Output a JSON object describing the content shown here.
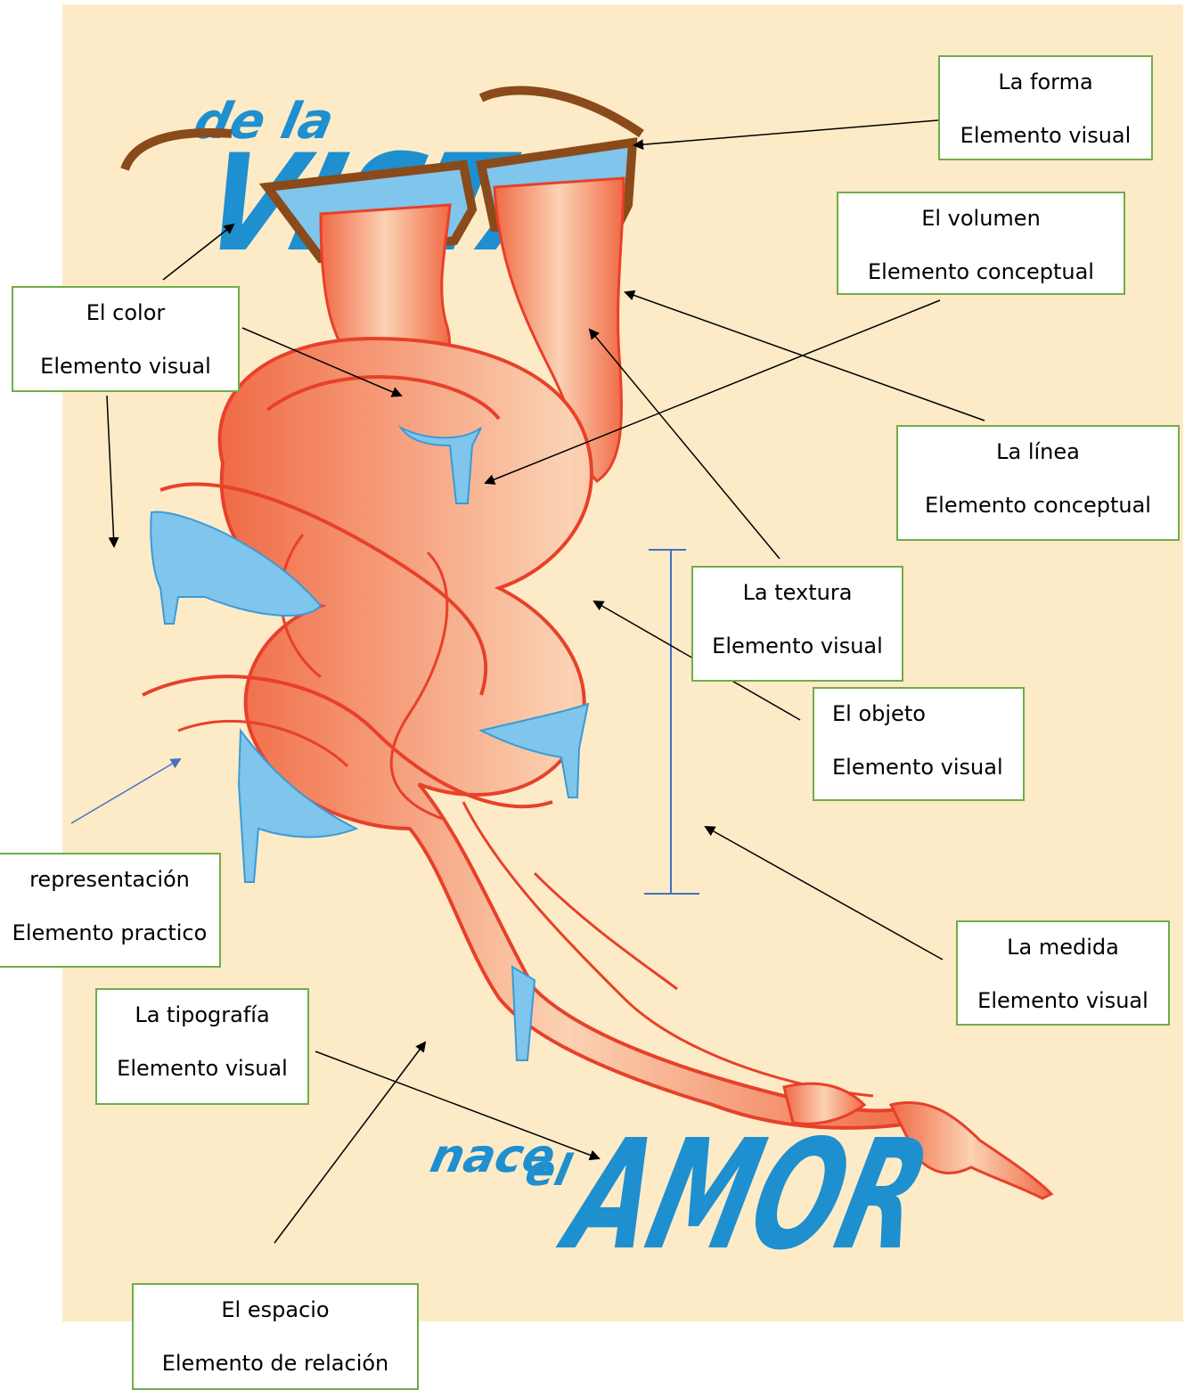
{
  "poster": {
    "title_small": "de la",
    "title_big": "VISTA",
    "bottom_small1": "nace",
    "bottom_small2": "el",
    "bottom_big": "AMOR"
  },
  "labels": {
    "forma": {
      "title": "La forma",
      "subtitle": "Elemento visual"
    },
    "volumen": {
      "title": "El volumen",
      "subtitle": "Elemento conceptual"
    },
    "color": {
      "title": "El color",
      "subtitle": "Elemento visual"
    },
    "linea": {
      "title": "La línea",
      "subtitle": "Elemento conceptual"
    },
    "textura": {
      "title": "La textura",
      "subtitle": "Elemento visual"
    },
    "objeto": {
      "title": "El objeto",
      "subtitle": "Elemento visual"
    },
    "representacion": {
      "title": "representación",
      "subtitle": "Elemento practico"
    },
    "medida": {
      "title": "La medida",
      "subtitle": "Elemento visual"
    },
    "tipografia": {
      "title": "La tipografía",
      "subtitle": "Elemento visual"
    },
    "espacio": {
      "title": "El espacio",
      "subtitle": "Elemento de relación"
    }
  },
  "colors": {
    "poster_background": "#fdebc8",
    "figure_red": "#e8402a",
    "figure_skin": "#f7b98f",
    "drip_blue": "#5cb8e8",
    "type_blue": "#1e8fcf",
    "label_border": "#70ad47"
  }
}
